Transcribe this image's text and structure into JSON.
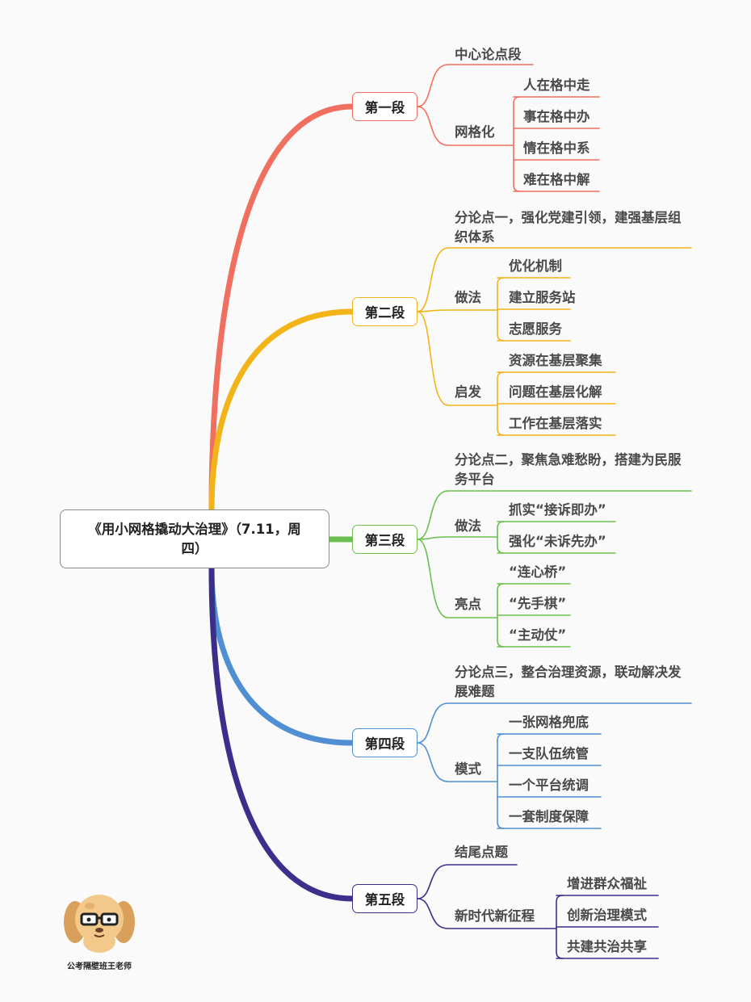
{
  "root": {
    "title": "《用小网格撬动大治理》（7.11，周四）"
  },
  "colors": {
    "sec1": "#f07060",
    "sec2": "#f2b418",
    "sec3": "#6cbf4e",
    "sec4": "#4f8fd2",
    "sec5": "#3a2f8a"
  },
  "sections": [
    {
      "label": "第一段",
      "items": [
        {
          "text": "中心论点段",
          "children": []
        },
        {
          "text": "网格化",
          "children": [
            "人在格中走",
            "事在格中办",
            "情在格中系",
            "难在格中解"
          ]
        }
      ]
    },
    {
      "label": "第二段",
      "items": [
        {
          "text": "分论点一，强化党建引领，建强基层组织体系",
          "children": []
        },
        {
          "text": "做法",
          "children": [
            "优化机制",
            "建立服务站",
            "志愿服务"
          ]
        },
        {
          "text": "启发",
          "children": [
            "资源在基层聚集",
            "问题在基层化解",
            "工作在基层落实"
          ]
        }
      ]
    },
    {
      "label": "第三段",
      "items": [
        {
          "text": "分论点二，聚焦急难愁盼，搭建为民服务平台",
          "children": []
        },
        {
          "text": "做法",
          "children": [
            "抓实“接诉即办”",
            "强化“未诉先办”"
          ]
        },
        {
          "text": "亮点",
          "children": [
            "“连心桥”",
            "“先手棋”",
            "“主动仗”"
          ]
        }
      ]
    },
    {
      "label": "第四段",
      "items": [
        {
          "text": "分论点三，整合治理资源，联动解决发展难题",
          "children": []
        },
        {
          "text": "模式",
          "children": [
            "一张网格兜底",
            "一支队伍统管",
            "一个平台统调",
            "一套制度保障"
          ]
        }
      ]
    },
    {
      "label": "第五段",
      "items": [
        {
          "text": "结尾点题",
          "children": []
        },
        {
          "text": "新时代新征程",
          "children": [
            "增进群众福祉",
            "创新治理模式",
            "共建共治共享"
          ]
        }
      ]
    }
  ],
  "watermark": {
    "caption": "公考隔壁班王老师",
    "logo": "dog-teacher-avatar"
  }
}
